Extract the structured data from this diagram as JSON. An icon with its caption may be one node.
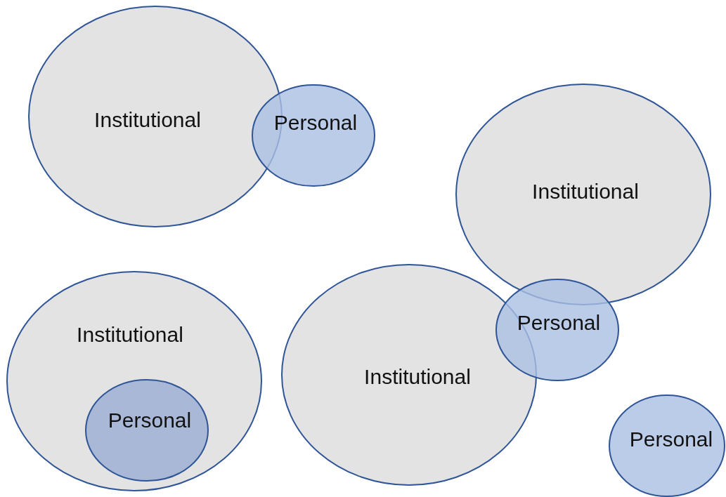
{
  "diagram": {
    "nodes": [
      {
        "text": [
          "Institutional"
        ]
      },
      {
        "text": [
          "Personal"
        ]
      },
      {
        "text": [
          "Institutional"
        ]
      },
      {
        "text": [
          "Institutional"
        ]
      },
      {
        "text": [
          "Personal"
        ],
        "in": 3
      },
      {
        "text": [
          "Institutional"
        ]
      },
      {
        "text": [
          "Personal"
        ]
      },
      {
        "text": [
          "Personal"
        ]
      }
    ]
  }
}
